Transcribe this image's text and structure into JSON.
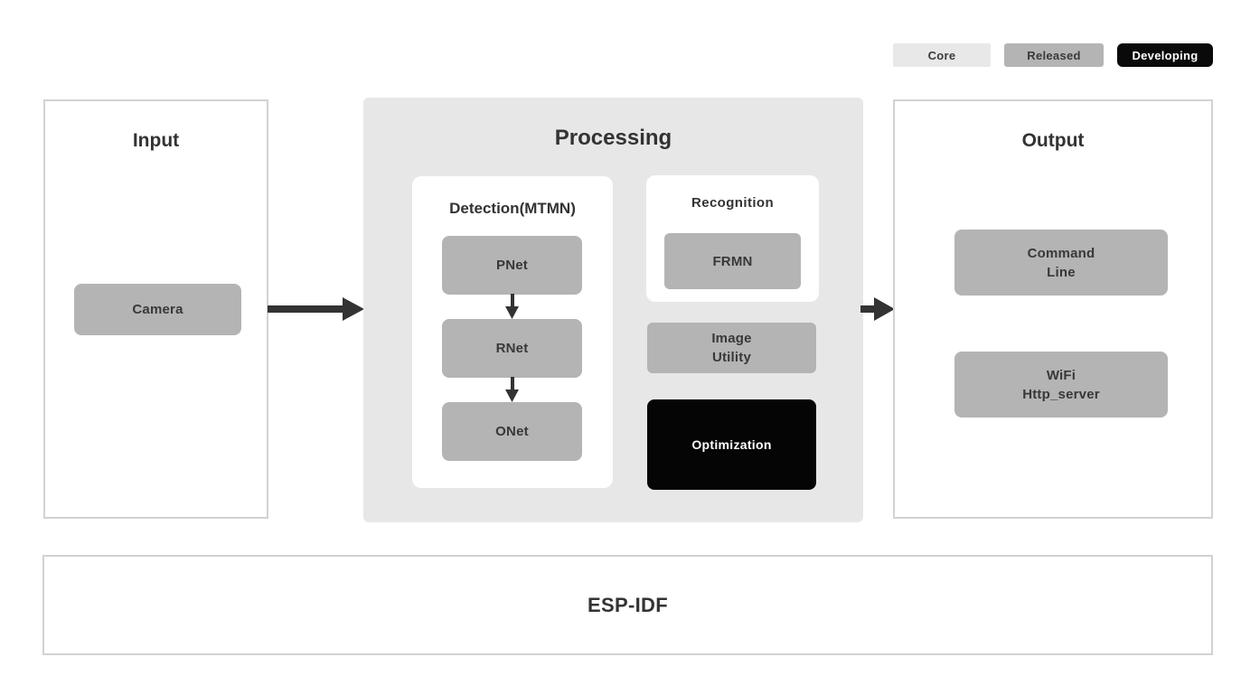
{
  "legend": {
    "core": "Core",
    "released": "Released",
    "developing": "Developing"
  },
  "input": {
    "title": "Input",
    "camera": "Camera"
  },
  "processing": {
    "title": "Processing",
    "detection": {
      "title": "Detection(MTMN)",
      "pnet": "PNet",
      "rnet": "RNet",
      "onet": "ONet"
    },
    "recognition": {
      "title": "Recognition",
      "frmn": "FRMN"
    },
    "image_utility": {
      "line1": "Image",
      "line2": "Utility"
    },
    "optimization": "Optimization"
  },
  "output": {
    "title": "Output",
    "command_line": {
      "line1": "Command",
      "line2": "Line"
    },
    "wifi": {
      "line1": "WiFi",
      "line2": "Http_server"
    }
  },
  "foundation": {
    "title": "ESP-IDF"
  },
  "colors": {
    "core_chip": "#e8e8e8",
    "released_chip": "#b4b4b4",
    "developing_chip": "#0a0a0a",
    "processing_panel_bg": "#e7e7e7",
    "gray_box": "#b4b4b4",
    "black_box": "#050505",
    "panel_border": "#d2d2d2",
    "text_dark": "#333333",
    "text_light": "#ffffff",
    "arrow": "#333333"
  }
}
